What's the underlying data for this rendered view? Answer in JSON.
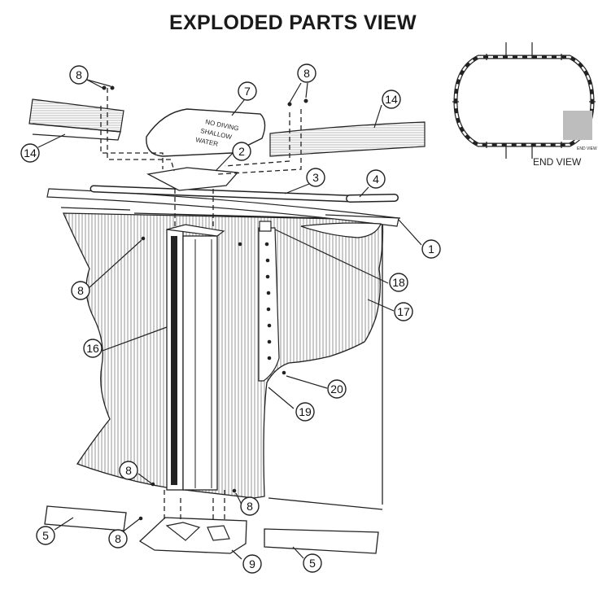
{
  "title": "EXPLODED PARTS VIEW",
  "end_view": {
    "caption": "END VIEW",
    "inset_note": "END VIEW"
  },
  "cover_text": {
    "line1": "NO DIVING",
    "line2": "SHALLOW",
    "line3": "WATER"
  },
  "callouts": [
    "8",
    "7",
    "8",
    "14",
    "14",
    "2",
    "3",
    "4",
    "1",
    "18",
    "8",
    "17",
    "16",
    "20",
    "19",
    "8",
    "8",
    "5",
    "8",
    "9",
    "5"
  ]
}
